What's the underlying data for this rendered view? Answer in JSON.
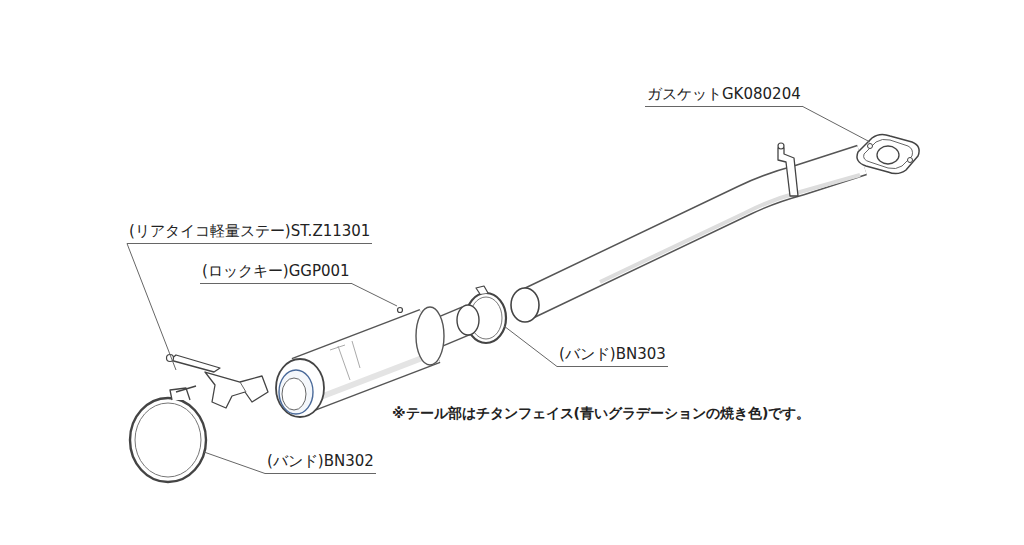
{
  "diagram": {
    "labels": [
      "ガスケットGK080204",
      "(リアタイコ軽量ステー)ST.Z11301",
      "(ロックキー)GGP001",
      "(バンド)BN303",
      "(バンド)BN302",
      "※テール部はチタンフェイス(青いグラデーションの焼き色)です。"
    ]
  }
}
